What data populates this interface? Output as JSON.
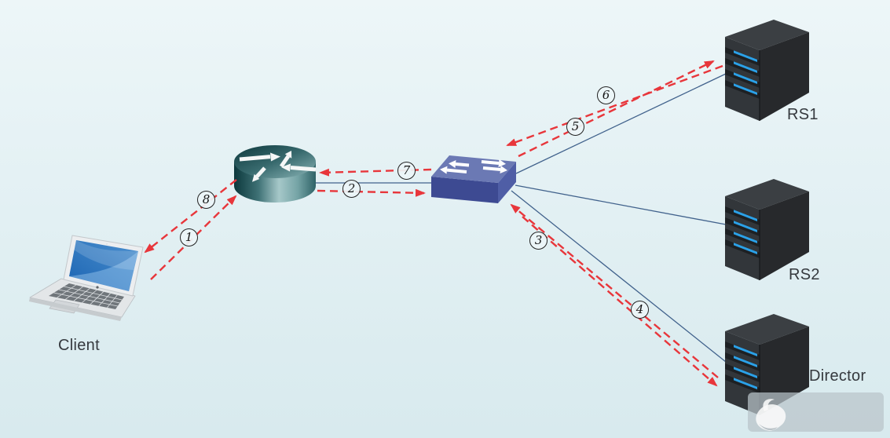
{
  "diagram": {
    "kind": "network-topology-flow",
    "devices": {
      "client": {
        "type": "laptop",
        "label": "Client"
      },
      "router": {
        "type": "router"
      },
      "switch": {
        "type": "switch"
      },
      "rs1": {
        "type": "server",
        "label": "RS1"
      },
      "rs2": {
        "type": "server",
        "label": "RS2"
      },
      "director": {
        "type": "server",
        "label": "Director"
      }
    },
    "links": [
      {
        "from": "router",
        "to": "switch",
        "style": "solid"
      },
      {
        "from": "switch",
        "to": "rs1",
        "style": "solid"
      },
      {
        "from": "switch",
        "to": "rs2",
        "style": "solid"
      },
      {
        "from": "switch",
        "to": "director",
        "style": "solid"
      }
    ],
    "flow_steps": [
      {
        "num": "1",
        "from": "client",
        "to": "router"
      },
      {
        "num": "2",
        "from": "router",
        "to": "switch"
      },
      {
        "num": "3",
        "from": "director",
        "to": "switch"
      },
      {
        "num": "4",
        "from": "switch",
        "to": "director"
      },
      {
        "num": "5",
        "from": "rs1",
        "to": "switch"
      },
      {
        "num": "6",
        "from": "switch",
        "to": "rs1"
      },
      {
        "num": "7",
        "from": "switch",
        "to": "router"
      },
      {
        "num": "8",
        "from": "router",
        "to": "client"
      }
    ],
    "colors": {
      "flow_arrow_red": "#e8363b",
      "link_blue": "#41628c",
      "background": "#e4f1f4",
      "server_accent_blue": "#2ba1e8"
    }
  }
}
